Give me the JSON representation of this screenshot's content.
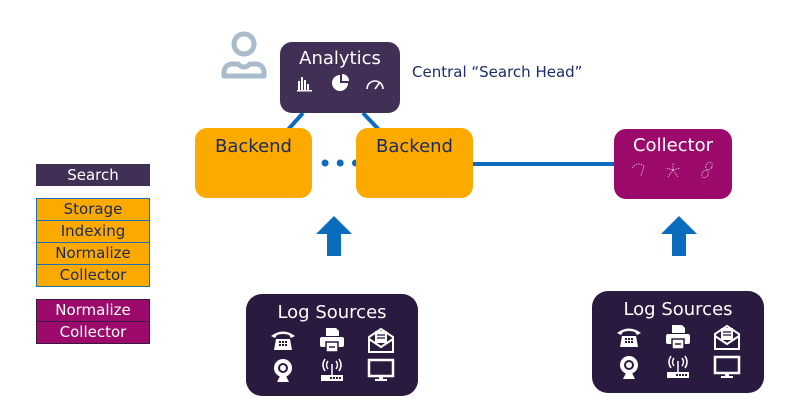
{
  "diagram": {
    "analytics": {
      "label": "Analytics",
      "icons": [
        "bar-chart-icon",
        "pie-chart-icon",
        "gauge-icon"
      ]
    },
    "caption": "Central “Search Head”",
    "backends": [
      {
        "label": "Backend"
      },
      {
        "label": "Backend"
      }
    ],
    "ellipsis": "•••",
    "collector": {
      "label": "Collector",
      "icons": [
        "boomerang-icon",
        "network-icon",
        "chain-icon"
      ]
    },
    "log_sources": [
      {
        "label": "Log Sources",
        "icons": [
          "phone-icon",
          "printer-icon",
          "email-icon",
          "webcam-icon",
          "router-icon",
          "monitor-icon"
        ]
      },
      {
        "label": "Log Sources",
        "icons": [
          "phone-icon",
          "printer-icon",
          "email-icon",
          "webcam-icon",
          "router-icon",
          "monitor-icon"
        ]
      }
    ],
    "user_icon": "user-icon"
  },
  "legend": {
    "search": [
      "Search"
    ],
    "backend_layers": [
      "Storage",
      "Indexing",
      "Normalize",
      "Collector"
    ],
    "collector_layers": [
      "Normalize",
      "Collector"
    ]
  },
  "colors": {
    "purple_dark": "#412f55",
    "orange": "#fcaa00",
    "magenta": "#9c0a6b",
    "blue": "#0b6bbd",
    "navy_text": "#1b2d6b"
  }
}
